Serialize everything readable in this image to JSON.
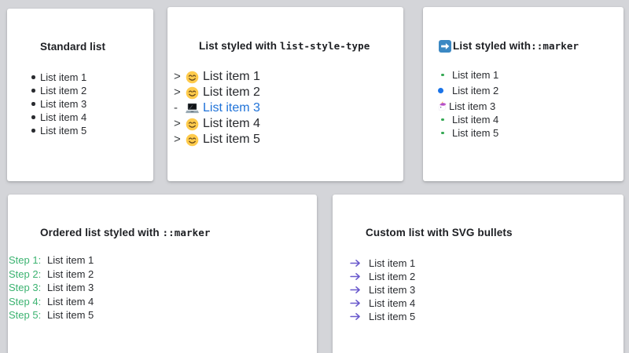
{
  "page": {
    "background_color": "#d4d5d9",
    "card_background": "#ffffff"
  },
  "colors": {
    "heading_text": "#1d1f23",
    "item_text": "#2a2c30",
    "link_blue": "#1f72d8",
    "green_dot": "#34a853",
    "blue_dot": "#1a73e8",
    "step_green": "#3cb371",
    "svg_arrow_purple": "#6a5acd",
    "emoji_arrow_blue": "#3b88c3"
  },
  "cards": [
    {
      "title": "Standard list",
      "items": [
        {
          "bullet": "disc-icon",
          "label": "List item 1"
        },
        {
          "bullet": "disc-icon",
          "label": "List item 2"
        },
        {
          "bullet": "disc-icon",
          "label": "List item 3"
        },
        {
          "bullet": "disc-icon",
          "label": "List item 4"
        },
        {
          "bullet": "disc-icon",
          "label": "List item 5"
        }
      ]
    },
    {
      "title_plain": "List styled with ",
      "title_code": "list-style-type",
      "items": [
        {
          "marker": ">",
          "icon": "smiling-face-icon",
          "label": "List item 1"
        },
        {
          "marker": ">",
          "icon": "smiling-face-icon",
          "label": "List item 2"
        },
        {
          "marker": "-",
          "icon": "laptop-icon",
          "label": "List item 3"
        },
        {
          "marker": ">",
          "icon": "smiling-face-icon",
          "label": "List item 4"
        },
        {
          "marker": ">",
          "icon": "smiling-face-icon",
          "label": "List item 5"
        }
      ]
    },
    {
      "title_emoji": "right-arrow-icon",
      "title_plain": "List styled with ",
      "title_code": "::marker",
      "items": [
        {
          "bullet": "green-dot-icon",
          "label": "List item 1"
        },
        {
          "bullet": "blue-dot-icon",
          "label": "List item 2"
        },
        {
          "bullet": "unicorn-icon",
          "label": "List item 3"
        },
        {
          "bullet": "green-dot-icon",
          "label": "List item 4"
        },
        {
          "bullet": "green-dot-icon",
          "label": "List item 5"
        }
      ]
    },
    {
      "title_plain": "Ordered list styled with ",
      "title_code": "::marker",
      "items": [
        {
          "marker": "Step 1:",
          "label": "List item 1"
        },
        {
          "marker": "Step 2:",
          "label": "List item 2"
        },
        {
          "marker": "Step 3:",
          "label": "List item 3"
        },
        {
          "marker": "Step 4:",
          "label": "List item 4"
        },
        {
          "marker": "Step 5:",
          "label": "List item 5"
        }
      ]
    },
    {
      "title": "Custom list with SVG bullets",
      "items": [
        {
          "bullet": "arrow-right-icon",
          "label": "List item 1"
        },
        {
          "bullet": "arrow-right-icon",
          "label": "List item 2"
        },
        {
          "bullet": "arrow-right-icon",
          "label": "List item 3"
        },
        {
          "bullet": "arrow-right-icon",
          "label": "List item 4"
        },
        {
          "bullet": "arrow-right-icon",
          "label": "List item 5"
        }
      ]
    }
  ]
}
